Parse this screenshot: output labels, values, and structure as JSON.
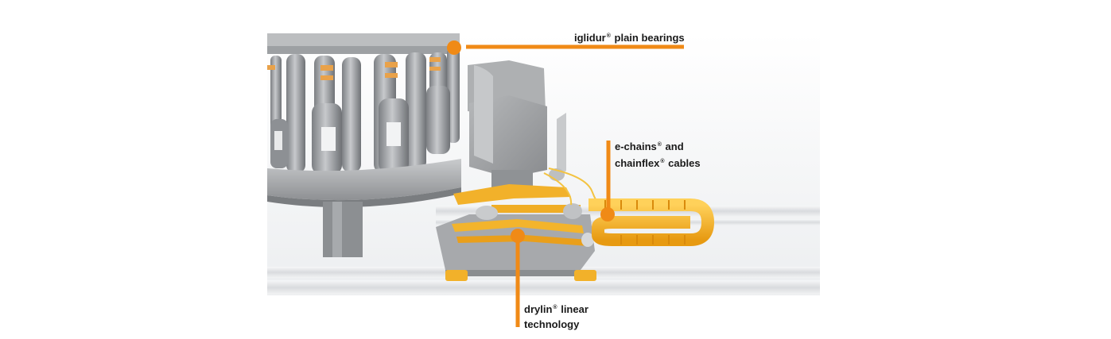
{
  "colors": {
    "accent": "#f08a16",
    "chain": "#f5b12a",
    "machine_gray": "#a4a6a8",
    "rail": "#e8e9eb",
    "text": "#1a1a1a"
  },
  "callouts": {
    "iglidur": {
      "brand": "iglidur",
      "mark": "®",
      "rest": "plain bearings"
    },
    "echains": {
      "line1": {
        "brand": "e-chains",
        "mark": "®",
        "rest": "and"
      },
      "line2": {
        "brand": "chainflex",
        "mark": "®",
        "rest": "cables"
      }
    },
    "drylin": {
      "line1": {
        "brand": "drylin",
        "mark": "®",
        "rest": "linear"
      },
      "line2": {
        "text": "technology"
      }
    }
  }
}
